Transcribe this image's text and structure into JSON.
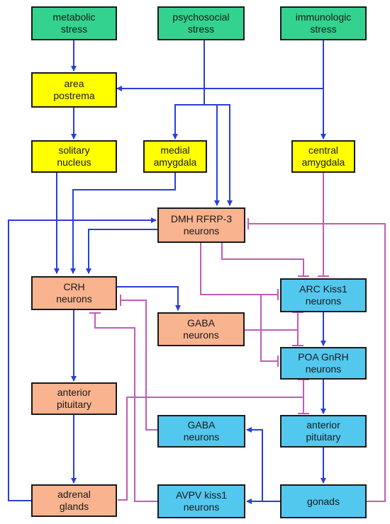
{
  "colors": {
    "stress": "#33d38f",
    "brainstem": "#ffff00",
    "hpa": "#f9b38f",
    "hpg": "#53c8ef",
    "excite": "#2b3ed6",
    "inhibit": "#c55bb3",
    "border": "#1a1a1a"
  },
  "nodes": {
    "metabolic_stress": "metabolic\nstress",
    "psychosocial_stress": "psychosocial\nstress",
    "immunologic_stress": "immunologic\nstress",
    "area_postrema": "area\npostrema",
    "solitary_nucleus": "solitary\nnucleus",
    "medial_amygdala": "medial\namygdala",
    "central_amygdala": "central\namygdala",
    "dmh_rfrp3": "DMH RFRP-3\nneurons",
    "crh_neurons": "CRH\nneurons",
    "arc_kiss1": "ARC Kiss1\nneurons",
    "gaba_neurons_upper": "GABA\nneurons",
    "poa_gnrh": "POA GnRH\nneurons",
    "anterior_pituitary_left": "anterior\npituitary",
    "anterior_pituitary_right": "anterior\npituitary",
    "gaba_neurons_lower": "GABA\nneurons",
    "adrenal_glands": "adrenal\nglands",
    "avpv_kiss1": "AVPV kiss1\nneurons",
    "gonads": "gonads"
  }
}
